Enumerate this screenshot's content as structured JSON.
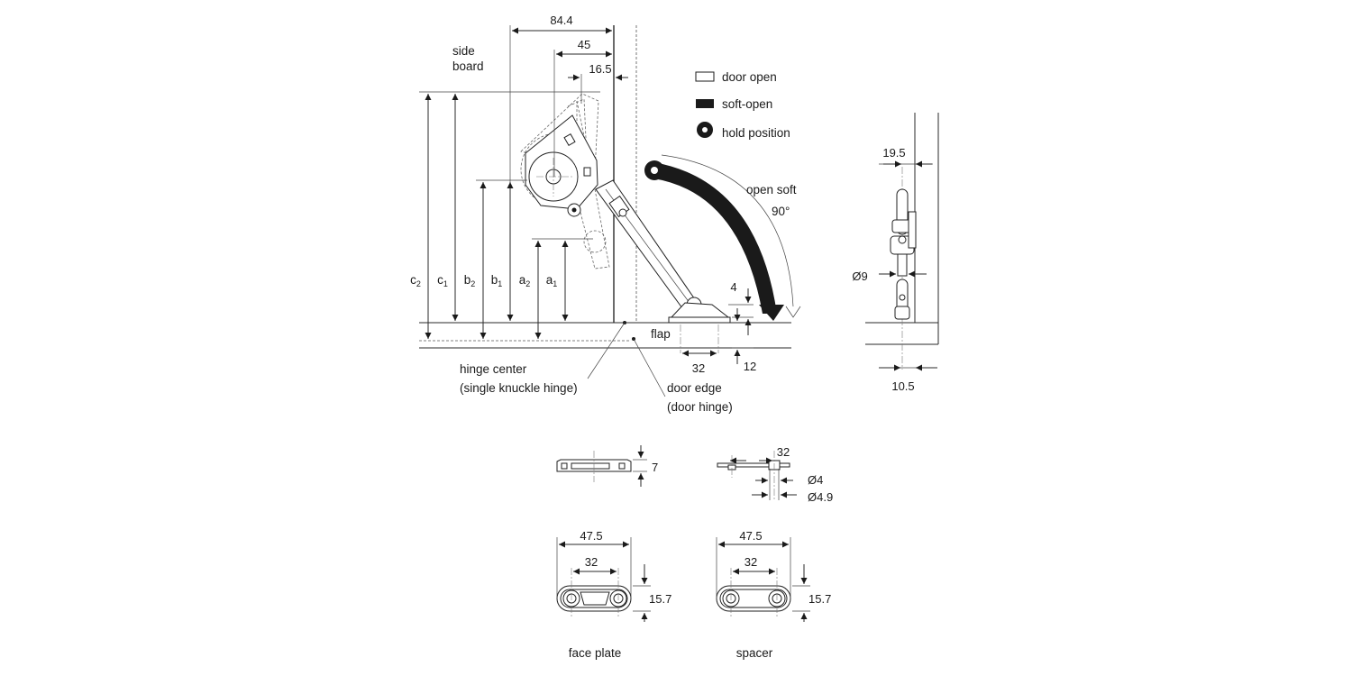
{
  "labels": {
    "side_board_1": "side",
    "side_board_2": "board",
    "flap": "flap",
    "hinge_center": "hinge center",
    "hinge_center_note": "(single knuckle hinge)",
    "door_edge": "door edge",
    "door_edge_note": "(door hinge)",
    "open_soft": "open soft",
    "angle": "90°",
    "face_plate": "face plate",
    "spacer": "spacer"
  },
  "legend": [
    {
      "label": "door open",
      "symbol": "open-rect"
    },
    {
      "label": "soft-open",
      "symbol": "filled-rect"
    },
    {
      "label": "hold position",
      "symbol": "ring"
    }
  ],
  "dimensions": {
    "d_84_4": "84.4",
    "d_45": "45",
    "d_16_5": "16.5",
    "d_4": "4",
    "d_12": "12",
    "d_32_main": "32",
    "d_19_5": "19.5",
    "d_dia9": "Ø9",
    "d_10_5": "10.5",
    "d_7": "7",
    "d_32_side": "32",
    "d_dia4": "Ø4",
    "d_dia4_9": "Ø4.9",
    "d_47_5_fp": "47.5",
    "d_32_fp": "32",
    "d_15_7_fp": "15.7",
    "d_47_5_sp": "47.5",
    "d_32_sp": "32",
    "d_15_7_sp": "15.7"
  },
  "vertical_dims": [
    {
      "base": "c",
      "sub": "2"
    },
    {
      "base": "c",
      "sub": "1"
    },
    {
      "base": "b",
      "sub": "2"
    },
    {
      "base": "b",
      "sub": "1"
    },
    {
      "base": "a",
      "sub": "2"
    },
    {
      "base": "a",
      "sub": "1"
    }
  ],
  "colors": {
    "line": "#2a2a2a",
    "text": "#1a1a1a",
    "background": "#ffffff"
  }
}
